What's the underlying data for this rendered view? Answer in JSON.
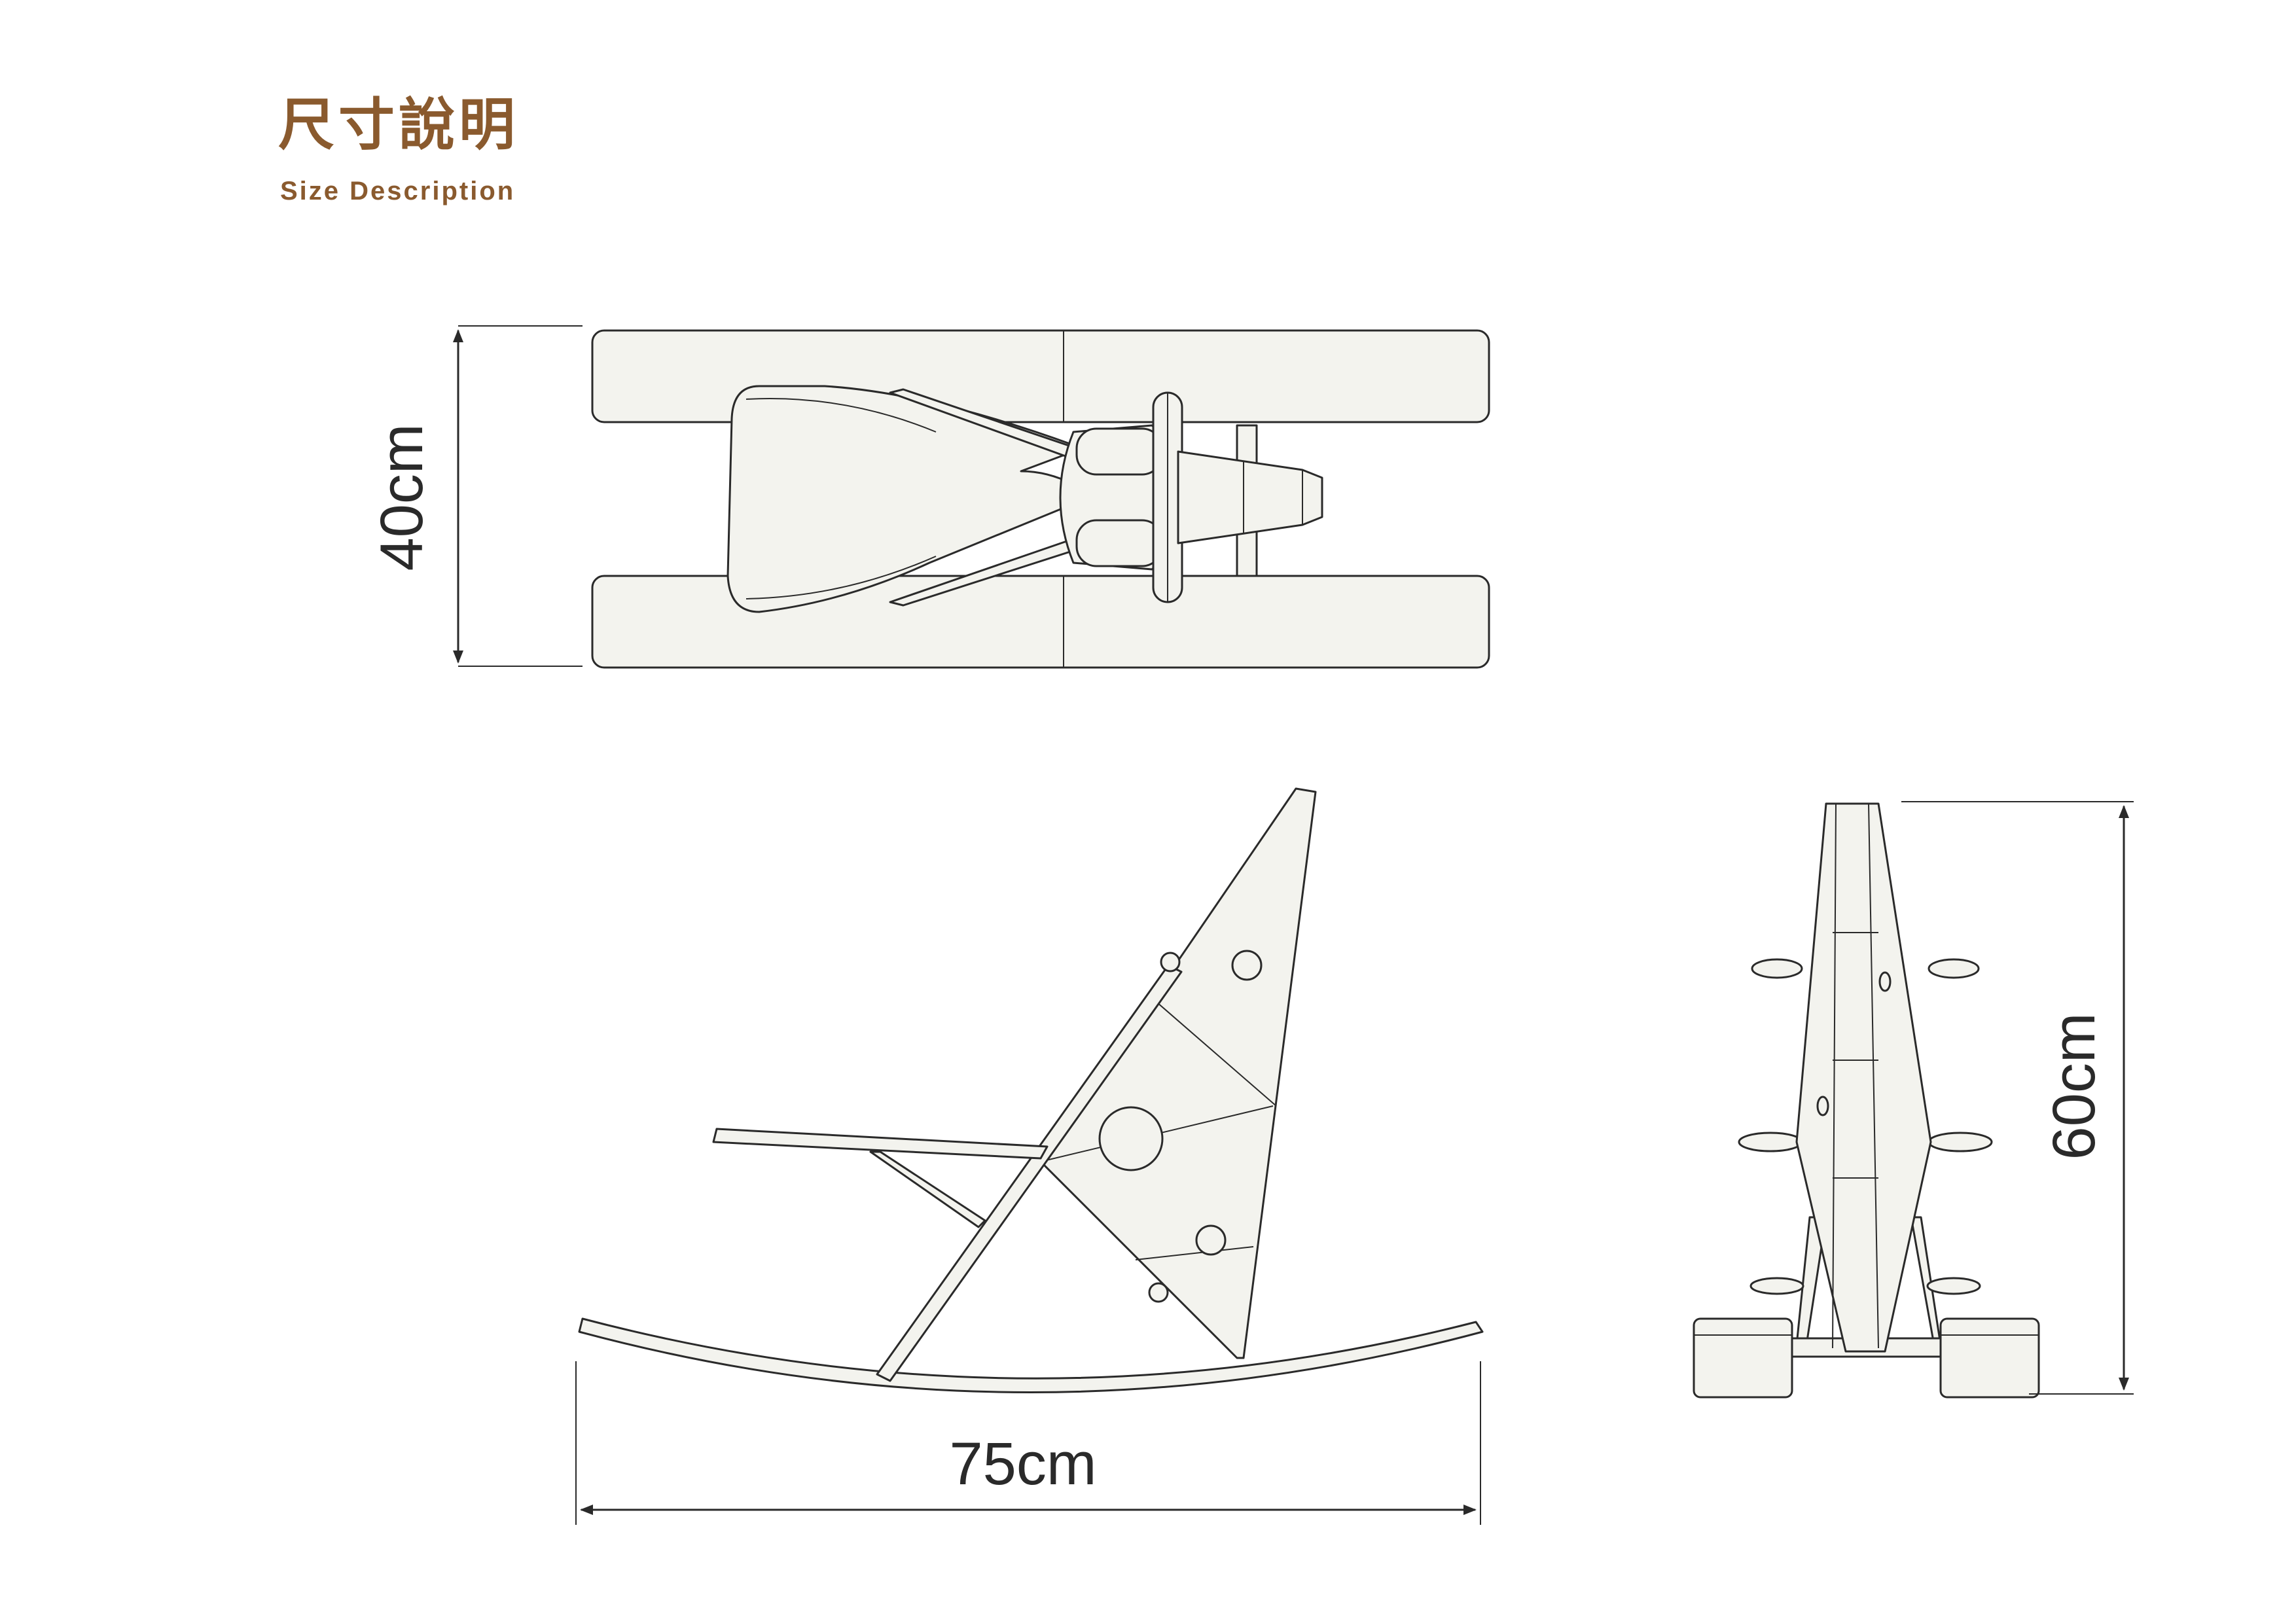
{
  "header": {
    "title_zh": "尺寸說明",
    "title_en": "Size Description"
  },
  "dimensions": {
    "width": "40cm",
    "length": "75cm",
    "height": "60cm"
  },
  "colors": {
    "title": "#8a5a2e",
    "line": "#2a2a2a",
    "panel_fill": "#f3f3ee"
  }
}
